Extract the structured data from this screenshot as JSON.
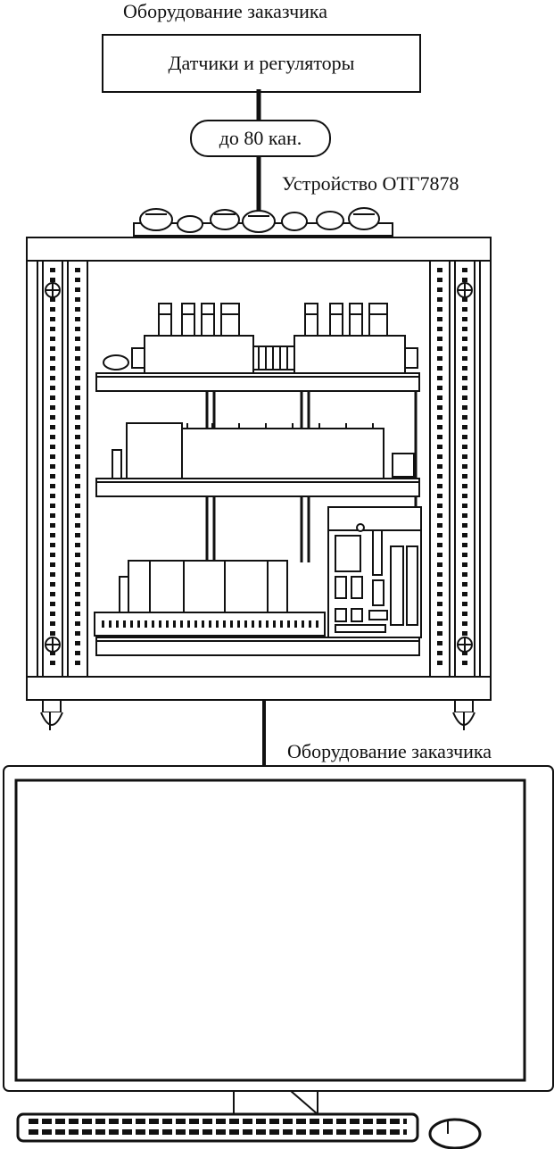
{
  "labels": {
    "customer_equipment_top": "Оборудование заказчика",
    "sensors_and_regulators": "Датчики и регуляторы",
    "channels": "до 80 кан.",
    "device_name": "Устройство ОТГ7878",
    "customer_equipment_bottom": "Оборудование заказчика"
  }
}
